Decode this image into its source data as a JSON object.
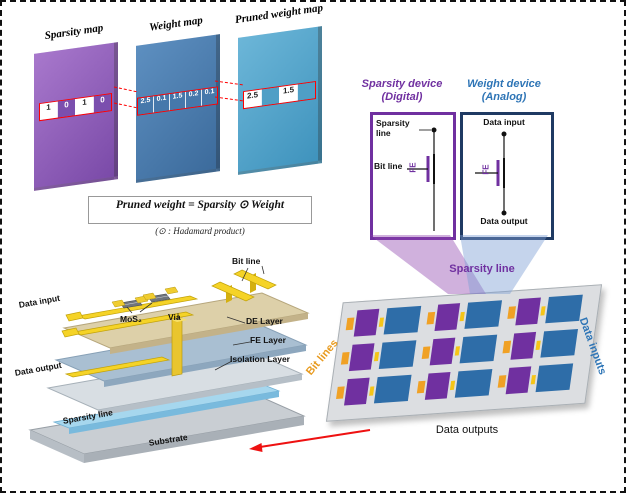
{
  "colors": {
    "sparsity_purple": "#7030a0",
    "weight_blue": "#2e75b6",
    "device_navy": "#1f3a63",
    "pruned_teal": "#4aa3c8",
    "bit_line_orange": "#e89b20",
    "gold": "#f5d327",
    "highlight_red": "#ff0000"
  },
  "maps_panel": {
    "sparsity_title": "Sparsity map",
    "weight_title": "Weight map",
    "pruned_title": "Pruned weight map",
    "sparsity_cells": [
      "1",
      "0",
      "1",
      "0"
    ],
    "weight_cells": [
      "2.5",
      "0.1",
      "1.5",
      "0.2",
      "0.1"
    ],
    "pruned_cells": [
      "2.5",
      "",
      "1.5",
      ""
    ],
    "formula": "Pruned weight  =  Sparsity ⊙ Weight",
    "formula_note": "(⊙ : Hadamard product)"
  },
  "device_panel": {
    "sparsity_device_title": "Sparsity device",
    "sparsity_device_subtitle": "(Digital)",
    "weight_device_title": "Weight device",
    "weight_device_subtitle": "(Analog)",
    "sparsity_line_label": "Sparsity line",
    "bit_line_label": "Bit line",
    "fe_label": "FE",
    "data_input_label": "Data input",
    "data_output_label": "Data output",
    "funnel_label": "Sparsity line"
  },
  "stack_panel": {
    "bit_line": "Bit line",
    "data_input": "Data input",
    "mos2": "MoS₂",
    "via": "Via",
    "de_layer": "DE Layer",
    "fe_layer": "FE Layer",
    "isolation_layer": "Isolation Layer",
    "data_output": "Data output",
    "sparsity_line": "Sparsity line",
    "substrate": "Substrate"
  },
  "array_panel": {
    "bit_lines": "Bit lines",
    "data_inputs": "Data inputs",
    "data_outputs": "Data outputs"
  }
}
